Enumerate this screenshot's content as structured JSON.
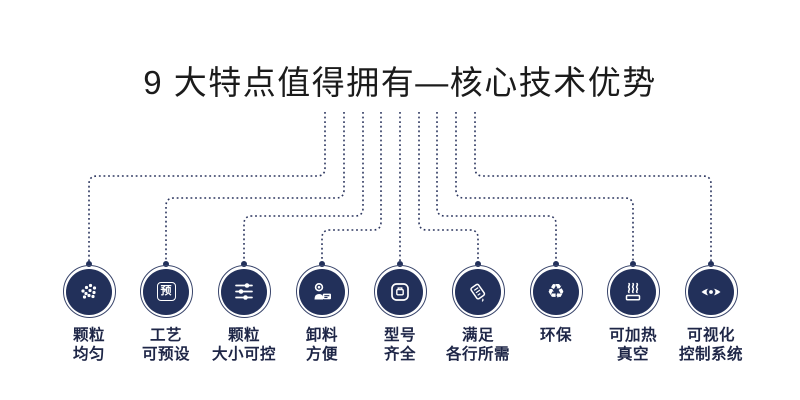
{
  "title": "9 大特点值得拥有—核心技术优势",
  "colors": {
    "background": "#ffffff",
    "title_text": "#1b1b1b",
    "circle_fill": "#22305a",
    "circle_ring": "#39456b",
    "connector": "#2b355e",
    "label_text": "#1e2647",
    "icon_color": "#ffffff"
  },
  "connector": {
    "style": "dotted",
    "count": 9
  },
  "features": [
    {
      "id": 1,
      "icon": "particles-icon",
      "line1": "颗粒",
      "line2": "均匀"
    },
    {
      "id": 2,
      "icon": "preset-icon",
      "glyph": "预",
      "line1": "工艺",
      "line2": "可预设"
    },
    {
      "id": 3,
      "icon": "sliders-icon",
      "line1": "颗粒",
      "line2": "大小可控"
    },
    {
      "id": 4,
      "icon": "unload-icon",
      "line1": "卸料",
      "line2": "方便"
    },
    {
      "id": 5,
      "icon": "model-icon",
      "line1": "型号",
      "line2": "齐全"
    },
    {
      "id": 6,
      "icon": "documents-icon",
      "line1": "满足",
      "line2": "各行所需"
    },
    {
      "id": 7,
      "icon": "recycle-icon",
      "glyph": "♻",
      "line1": "环保",
      "line2": ""
    },
    {
      "id": 8,
      "icon": "heat-icon",
      "line1": "可加热",
      "line2": "真空"
    },
    {
      "id": 9,
      "icon": "eye-icon",
      "line1": "可视化",
      "line2": "控制系统"
    }
  ]
}
